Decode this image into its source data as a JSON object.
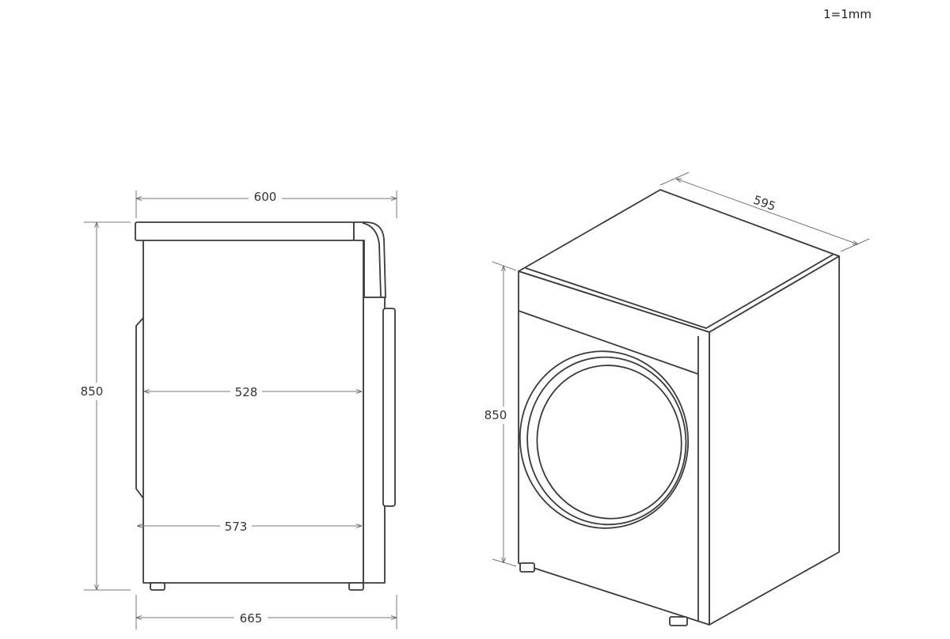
{
  "scale_note": "1=1mm",
  "side_view": {
    "depth_top": "600",
    "height": "850",
    "inner_depth": "528",
    "body_depth": "573",
    "total_depth": "665"
  },
  "perspective_view": {
    "width": "595",
    "height": "850"
  }
}
